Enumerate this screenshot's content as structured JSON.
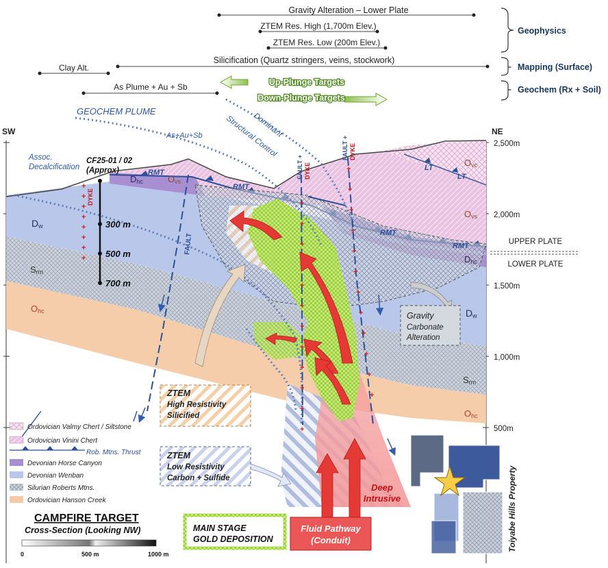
{
  "header": {
    "rows": [
      {
        "label": "Gravity Alteration – Lower Plate"
      },
      {
        "label": "ZTEM Res. High (1,700m Elev.)"
      },
      {
        "label": "ZTEM Res. Low (200m Elev.)"
      },
      {
        "label": "Clay Alt."
      },
      {
        "label": "Silicification (Quartz stringers, veins, stockwork)"
      },
      {
        "label": "As Plume + Au + Sb"
      }
    ],
    "groups": [
      "Geophysics",
      "Mapping (Surface)",
      "Geochem (Rx + Soil)"
    ],
    "up_plunge": "Up-Plunge Targets",
    "down_plunge": "Down-Plunge Targets"
  },
  "orientation": {
    "left": "SW",
    "right": "NE"
  },
  "elevations": [
    "2,500m",
    "2,000m",
    "1,500m",
    "1,000m",
    "500m"
  ],
  "plates": {
    "upper": "UPPER PLATE",
    "lower": "LOWER PLATE"
  },
  "annotations": {
    "geochem_plume": "GEOCHEM PLUME",
    "as_au_sb": "As+Au+Sb",
    "assoc_decal_1": "Assoc.",
    "assoc_decal_2": "Decalcification",
    "dominant_1": "Dominant",
    "dominant_2": "Structural Control",
    "drillhole_1": "CF25-01 / 02",
    "drillhole_2": "(Approx)",
    "dyke": "DYKE",
    "depth_300": "300 m",
    "depth_500": "500 m",
    "depth_700": "700 m",
    "fault": "FAULT",
    "fault_dyke_1": "FAULT +",
    "fault_dyke_2": "DYKE",
    "rmt": "RMT",
    "lt": "LT",
    "gravity_1": "Gravity",
    "gravity_2": "Carbonate",
    "gravity_3": "Alteration",
    "ztem_high_1": "ZTEM",
    "ztem_high_2": "High Resistivity",
    "ztem_high_3": "Silicified",
    "ztem_low_1": "ZTEM",
    "ztem_low_2": "Low Resistivity",
    "ztem_low_3": "Carbon + Sulfide",
    "deep_intrusive_1": "Deep",
    "deep_intrusive_2": "Intrusive",
    "main_stage_1": "MAIN STAGE",
    "main_stage_2": "GOLD DEPOSITION",
    "fluid_1": "Fluid Pathway",
    "fluid_2": "(Conduit)",
    "property": "Toiyabe Hills Property"
  },
  "units": {
    "ovc": {
      "main": "O",
      "sub": "vc"
    },
    "ovs": {
      "main": "O",
      "sub": "vs"
    },
    "dhc": {
      "main": "D",
      "sub": "hc"
    },
    "dw": {
      "main": "D",
      "sub": "w"
    },
    "srm": {
      "main": "S",
      "sub": "rm"
    },
    "ohc": {
      "main": "O",
      "sub": "hc"
    }
  },
  "legend": [
    "Ordovician Valmy Chert / Siltstone",
    "Ordovician Vinini Chert",
    "Rob. Mtns. Thrust",
    "Devonian Horse Canyon",
    "Devonian Wenban",
    "Silurian Roberts Mtns.",
    "Ordovician Hanson Creek"
  ],
  "title": {
    "main": "CAMPFIRE TARGET",
    "sub": "Cross-Section (Looking NW)"
  },
  "scale": {
    "zero": "0",
    "mid": "500 m",
    "end": "1000 m"
  },
  "colors": {
    "valmy": "#f4d9ee",
    "vinini": "#e9bedf",
    "horse_canyon": "#a58bd0",
    "wenban": "#b9c8ea",
    "roberts": "#c7cdd8",
    "hanson": "#f5c9a6",
    "gold_zone": "#b5e06a",
    "fluid": "#e83a3a",
    "intrusive": "#f4a3a3",
    "header_blue": "#17365d"
  }
}
